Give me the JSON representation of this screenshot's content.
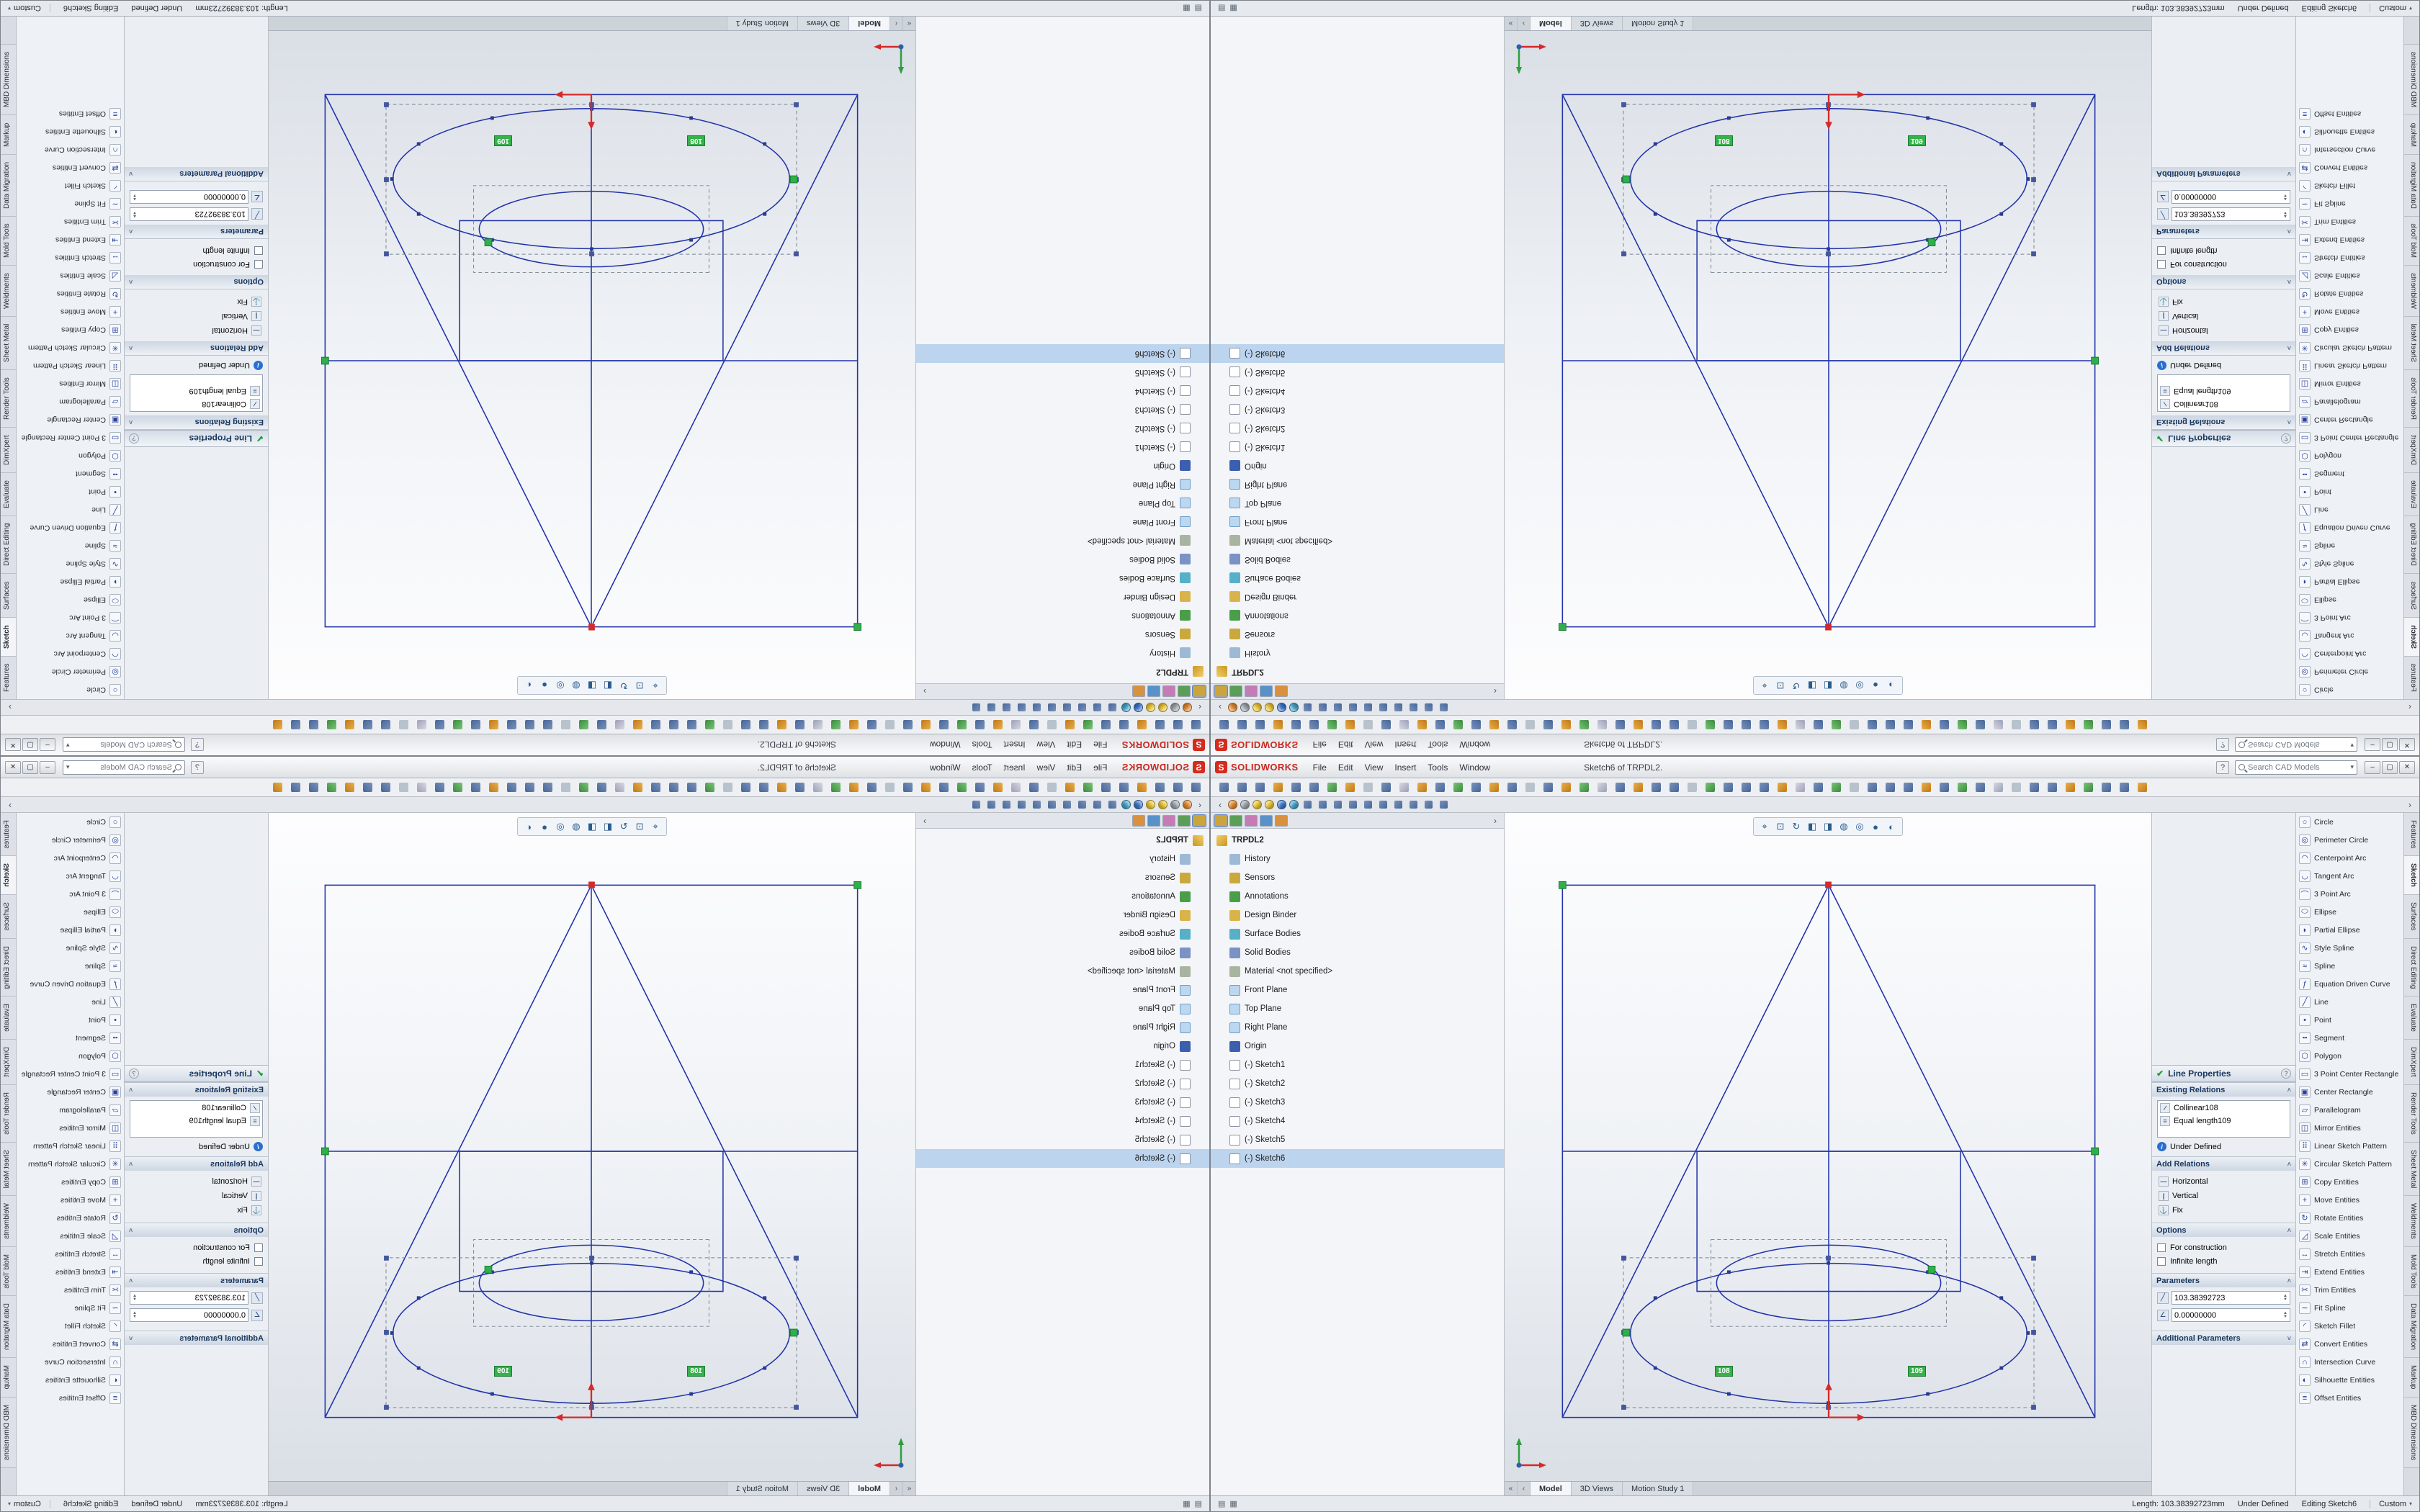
{
  "colors": {
    "sketch_blue": "#2233a8",
    "selection_green": "#2fb04a",
    "origin_red": "#d42a2a",
    "logo_red": "#c8271f",
    "highlight_blue": "#bcd4ee"
  },
  "window": {
    "menubar": {
      "logo_mark": "S",
      "logo_text": "SOLIDWORKS",
      "menus": [
        "File",
        "Edit",
        "View",
        "Insert",
        "Tools",
        "Window"
      ],
      "title": "Sketch6 of TRPDL2.",
      "help_label": "?",
      "search_placeholder": "Search CAD Models",
      "minimize_label": "–",
      "maximize_label": "▢",
      "close_label": "✕"
    },
    "main_toolbar_icons": [
      "new-icon",
      "open-icon",
      "save-icon",
      "print-icon",
      "undo-icon",
      "redo-icon",
      "cut-icon",
      "copy-icon",
      "paste-icon",
      "delete-icon",
      "rebuild-icon",
      "options-icon",
      "select-icon",
      "sketch-icon",
      "smart-dimension-icon",
      "line-icon",
      "circle-icon",
      "arc-icon",
      "rectangle-icon",
      "spline-icon",
      "trim-icon",
      "convert-entities-icon",
      "offset-entities-icon",
      "mirror-icon",
      "pattern-icon",
      "display-style-icon",
      "hide-show-icon",
      "appearance-icon",
      "scene-icon",
      "view-orientation-icon",
      "zoom-fit-icon",
      "zoom-area-icon",
      "rotate-view-icon",
      "pan-icon",
      "normal-to-icon",
      "section-view-icon",
      "measure-icon",
      "mass-properties-icon",
      "evaluate-icon",
      "sketch-relations-icon",
      "dimension-icon",
      "note-icon",
      "balloon-icon",
      "surface-finish-icon",
      "weld-symbol-icon",
      "geometric-tolerance-icon",
      "datum-feature-icon",
      "center-mark-icon",
      "area-hatch-icon",
      "table-icon",
      "exploded-view-icon",
      "assembly-icon"
    ],
    "subbar": {
      "scroll_left": "‹",
      "scroll_right": "›",
      "ball_colors": [
        "#e2862c",
        "#9aa2aa",
        "#e8c22e",
        "#e8c22e",
        "#3a74cc",
        "#42a0c8"
      ],
      "icons": [
        "previous-view-icon",
        "zoom-fit-icon",
        "zoom-area-icon",
        "section-view-icon",
        "display-style-icon",
        "hide-items-icon",
        "appearance-icon",
        "scene-icon",
        "view-settings-icon",
        "camera-icon"
      ]
    },
    "tree": {
      "tabs": [
        {
          "name": "featuremanager-tab-icon",
          "color": "#caa53d",
          "cls": "active"
        },
        {
          "name": "propertymanager-tab-icon",
          "color": "#5a9e58",
          "cls": ""
        },
        {
          "name": "configurationmanager-tab-icon",
          "color": "#c57bb5",
          "cls": ""
        },
        {
          "name": "dimxpertmanager-tab-icon",
          "color": "#5892c8",
          "cls": ""
        },
        {
          "name": "displaymanager-tab-icon",
          "color": "#d8913e",
          "cls": ""
        }
      ],
      "flyout": "›",
      "items": [
        {
          "label": "TRPDL2",
          "icon": "part-icon",
          "cls": "ind0 bold"
        },
        {
          "label": "History",
          "icon": "history-icon",
          "cls": "ind1"
        },
        {
          "label": "Sensors",
          "icon": "sensors-icon",
          "cls": "ind1"
        },
        {
          "label": "Annotations",
          "icon": "annotations-icon",
          "cls": "ind1"
        },
        {
          "label": "Design Binder",
          "icon": "design-binder-icon",
          "cls": "ind1"
        },
        {
          "label": "Surface Bodies",
          "icon": "surface-bodies-icon",
          "cls": "ind1"
        },
        {
          "label": "Solid Bodies",
          "icon": "solid-bodies-icon",
          "cls": "ind1"
        },
        {
          "label": "Material <not specified>",
          "icon": "material-icon",
          "cls": "ind1"
        },
        {
          "label": "Front Plane",
          "icon": "plane-icon",
          "cls": "ind1"
        },
        {
          "label": "Top Plane",
          "icon": "plane-icon",
          "cls": "ind1"
        },
        {
          "label": "Right Plane",
          "icon": "plane-icon",
          "cls": "ind1"
        },
        {
          "label": "Origin",
          "icon": "origin-icon",
          "cls": "ind1"
        },
        {
          "label": "(-) Sketch1",
          "icon": "sketch-icon",
          "cls": "ind1"
        },
        {
          "label": "(-) Sketch2",
          "icon": "sketch-icon",
          "cls": "ind1"
        },
        {
          "label": "(-) Sketch3",
          "icon": "sketch-icon",
          "cls": "ind1"
        },
        {
          "label": "(-) Sketch4",
          "icon": "sketch-icon",
          "cls": "ind1"
        },
        {
          "label": "(-) Sketch5",
          "icon": "sketch-icon",
          "cls": "ind1"
        },
        {
          "label": "(-) Sketch6",
          "icon": "sketch-icon",
          "cls": "ind1 selected"
        }
      ]
    },
    "graphics": {
      "headsup": [
        {
          "name": "zoom-fit-icon",
          "glyph": "⌖"
        },
        {
          "name": "zoom-area-icon",
          "glyph": "⊡"
        },
        {
          "name": "previous-view-icon",
          "glyph": "↻"
        },
        {
          "name": "section-view-icon",
          "glyph": "◧"
        },
        {
          "name": "view-orientation-icon",
          "glyph": "◨"
        },
        {
          "name": "display-style-icon",
          "glyph": "◍"
        },
        {
          "name": "hide-items-icon",
          "glyph": "◎"
        },
        {
          "name": "appearance-icon",
          "glyph": "●"
        },
        {
          "name": "scene-icon",
          "glyph": "◐"
        }
      ],
      "relation_tags": [
        "108",
        "109"
      ],
      "tab_arrows": [
        "«",
        "‹"
      ],
      "bottom_tabs": [
        {
          "label": "Model",
          "cls": "active"
        },
        {
          "label": "3D Views",
          "cls": ""
        },
        {
          "label": "Motion Study 1",
          "cls": ""
        }
      ]
    },
    "property_panel": {
      "title": "Line Properties",
      "ok_glyph": "✔",
      "help_glyph": "?",
      "sections": {
        "existing_relations": {
          "header": "Existing Relations",
          "items": [
            {
              "icon": "collinear-icon",
              "glyph": "∕",
              "label": "Collinear108"
            },
            {
              "icon": "equal-icon",
              "glyph": "=",
              "label": "Equal length109"
            }
          ],
          "status": "Under Defined"
        },
        "add_relations": {
          "header": "Add Relations",
          "items": [
            {
              "icon": "horizontal-icon",
              "glyph": "―",
              "label": "Horizontal"
            },
            {
              "icon": "vertical-icon",
              "glyph": "|",
              "label": "Vertical"
            },
            {
              "icon": "fix-icon",
              "glyph": "⚓",
              "label": "Fix"
            }
          ]
        },
        "options": {
          "header": "Options",
          "checkboxes": [
            "For construction",
            "Infinite length"
          ]
        },
        "parameters": {
          "header": "Parameters",
          "fields": [
            {
              "icon": "length-icon",
              "glyph": "╱",
              "value": "103.38392723"
            },
            {
              "icon": "angle-icon",
              "glyph": "∠",
              "value": "0.00000000"
            }
          ]
        },
        "additional": {
          "header": "Additional Parameters"
        }
      }
    },
    "sketch_tools": [
      {
        "label": "Circle",
        "icon": "circle-icon",
        "glyph": "○"
      },
      {
        "label": "Perimeter Circle",
        "icon": "perimeter-circle-icon",
        "glyph": "◎"
      },
      {
        "label": "Centerpoint Arc",
        "icon": "centerpoint-arc-icon",
        "glyph": "◠"
      },
      {
        "label": "Tangent Arc",
        "icon": "tangent-arc-icon",
        "glyph": "◡"
      },
      {
        "label": "3 Point Arc",
        "icon": "three-point-arc-icon",
        "glyph": "⌒"
      },
      {
        "label": "Ellipse",
        "icon": "ellipse-icon",
        "glyph": "⬭"
      },
      {
        "label": "Partial Ellipse",
        "icon": "partial-ellipse-icon",
        "glyph": "◗"
      },
      {
        "label": "Style Spline",
        "icon": "style-spline-icon",
        "glyph": "∿"
      },
      {
        "label": "Spline",
        "icon": "spline-icon",
        "glyph": "≈"
      },
      {
        "label": "Equation Driven Curve",
        "icon": "equation-driven-curve-icon",
        "glyph": "ƒ"
      },
      {
        "label": "Line",
        "icon": "line-icon",
        "glyph": "╱"
      },
      {
        "label": "Point",
        "icon": "point-icon",
        "glyph": "•"
      },
      {
        "label": "Segment",
        "icon": "segment-icon",
        "glyph": "╍"
      },
      {
        "label": "Polygon",
        "icon": "polygon-icon",
        "glyph": "⬡"
      },
      {
        "label": "3 Point Center Rectangle",
        "icon": "three-point-center-rectangle-icon",
        "glyph": "▭"
      },
      {
        "label": "Center Rectangle",
        "icon": "center-rectangle-icon",
        "glyph": "▣"
      },
      {
        "label": "Parallelogram",
        "icon": "parallelogram-icon",
        "glyph": "▱"
      },
      {
        "label": "Mirror Entities",
        "icon": "mirror-entities-icon",
        "glyph": "◫"
      },
      {
        "label": "Linear Sketch Pattern",
        "icon": "linear-sketch-pattern-icon",
        "glyph": "⠿"
      },
      {
        "label": "Circular Sketch Pattern",
        "icon": "circular-sketch-pattern-icon",
        "glyph": "✳"
      },
      {
        "label": "Copy Entities",
        "icon": "copy-entities-icon",
        "glyph": "⊞"
      },
      {
        "label": "Move Entities",
        "icon": "move-entities-icon",
        "glyph": "+"
      },
      {
        "label": "Rotate Entities",
        "icon": "rotate-entities-icon",
        "glyph": "↻"
      },
      {
        "label": "Scale Entities",
        "icon": "scale-entities-icon",
        "glyph": "◿"
      },
      {
        "label": "Stretch Entities",
        "icon": "stretch-entities-icon",
        "glyph": "↔"
      },
      {
        "label": "Extend Entities",
        "icon": "extend-entities-icon",
        "glyph": "⇥"
      },
      {
        "label": "Trim Entities",
        "icon": "trim-entities-icon",
        "glyph": "✂"
      },
      {
        "label": "Fit Spline",
        "icon": "fit-spline-icon",
        "glyph": "∼"
      },
      {
        "label": "Sketch Fillet",
        "icon": "sketch-fillet-icon",
        "glyph": "◜"
      },
      {
        "label": "Convert Entities",
        "icon": "convert-entities-icon",
        "glyph": "⇄"
      },
      {
        "label": "Intersection Curve",
        "icon": "intersection-curve-icon",
        "glyph": "∩"
      },
      {
        "label": "Silhouette Entities",
        "icon": "silhouette-entities-icon",
        "glyph": "◐"
      },
      {
        "label": "Offset Entities",
        "icon": "offset-entities-icon",
        "glyph": "≡"
      }
    ],
    "tab_strip": [
      {
        "label": "Features",
        "cls": ""
      },
      {
        "label": "Sketch",
        "cls": "active"
      },
      {
        "label": "Surfaces",
        "cls": ""
      },
      {
        "label": "Direct Editing",
        "cls": ""
      },
      {
        "label": "Evaluate",
        "cls": ""
      },
      {
        "label": "DimXpert",
        "cls": ""
      },
      {
        "label": "Render Tools",
        "cls": ""
      },
      {
        "label": "Sheet Metal",
        "cls": ""
      },
      {
        "label": "Weldments",
        "cls": ""
      },
      {
        "label": "Mold Tools",
        "cls": ""
      },
      {
        "label": "Data Migration",
        "cls": ""
      },
      {
        "label": "Markup",
        "cls": ""
      },
      {
        "label": "MBD Dimensions",
        "cls": ""
      }
    ],
    "statusbar": {
      "icons": [
        {
          "name": "display-pane-icon",
          "glyph": "▤"
        },
        {
          "name": "status-grid-icon",
          "glyph": "▦"
        }
      ],
      "length_label": "Length: 103.38392723mm",
      "state": "Under Defined",
      "editing": "Editing Sketch6",
      "unit": "Custom",
      "unit_arrow": "▾"
    }
  }
}
